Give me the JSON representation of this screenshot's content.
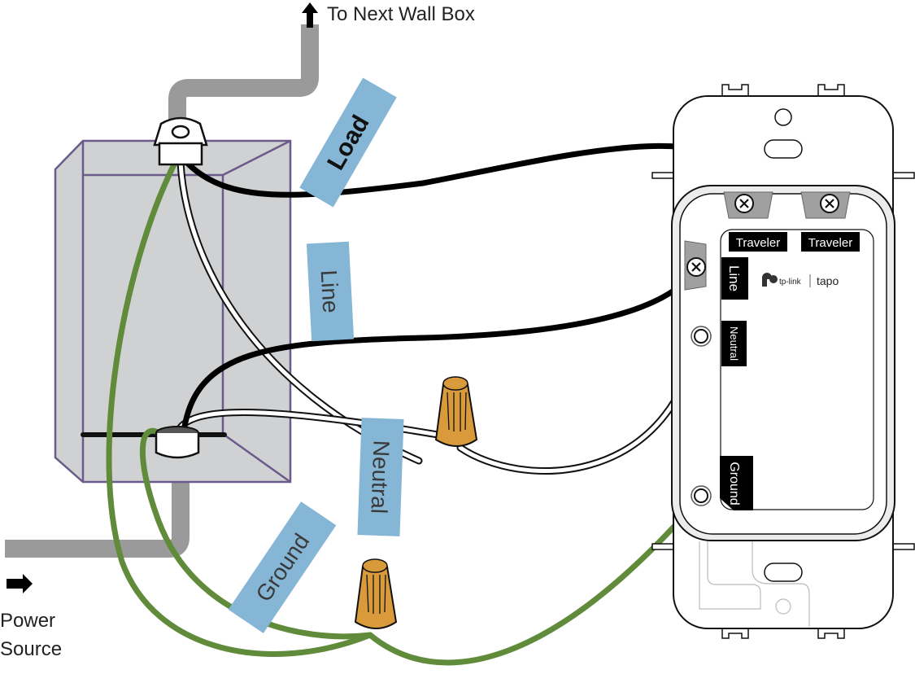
{
  "diagram": {
    "title": "Single-pole smart switch wiring",
    "annotations": {
      "next_box": "To Next Wall Box",
      "power_source_line1": "Power",
      "power_source_line2": "Source"
    },
    "wire_tags": {
      "load": "Load",
      "line": "Line",
      "neutral": "Neutral",
      "ground": "Ground"
    },
    "switch": {
      "terminals": {
        "traveler_1": "Traveler",
        "traveler_2": "Traveler",
        "line": "Line",
        "neutral": "Neutral",
        "ground": "Ground"
      },
      "brand": "tp-link",
      "product": "tapo"
    },
    "colors": {
      "hot_wire": "#000000",
      "neutral_wire": "#ffffff",
      "ground_wire": "#5f8b3a",
      "tag_fill": "#86b6d5",
      "wire_nut": "#d89a3a",
      "box_fill": "#d0d1d2",
      "box_edge": "#6b5a8a",
      "conduit": "#9a9a9a"
    }
  }
}
